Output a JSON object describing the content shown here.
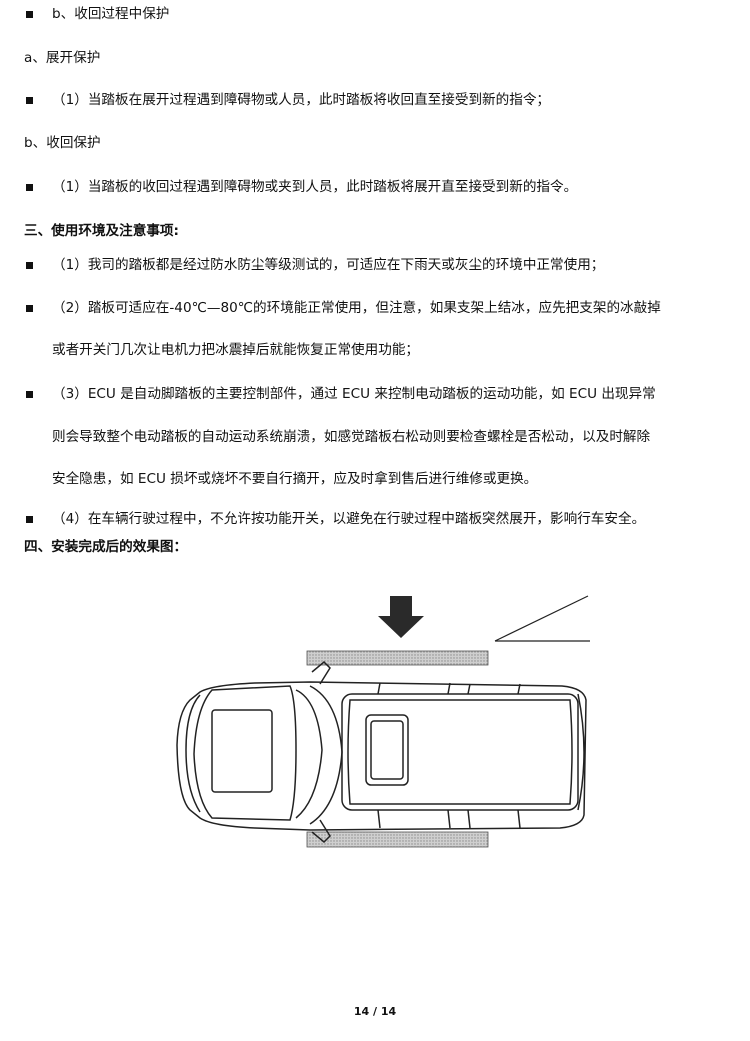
{
  "lines": {
    "l1": "b、收回过程中保护",
    "l2": "a、展开保护",
    "l3": "（1）当踏板在展开过程遇到障碍物或人员，此时踏板将收回直至接受到新的指令；",
    "l4": "b、收回保护",
    "l5": "（1）当踏板的收回过程遇到障碍物或夹到人员，此时踏板将展开直至接受到新的指令。",
    "l6": "三、使用环境及注意事项:",
    "l7": "（1）我司的踏板都是经过防水防尘等级测试的，可适应在下雨天或灰尘的环境中正常使用；",
    "l8": "（2）踏板可适应在-40℃—80℃的环境能正常使用，但注意，如果支架上结冰，应先把支架的冰敲掉",
    "l9": "或者开关门几次让电机力把冰震掉后就能恢复正常使用功能；",
    "l10": "（3）ECU 是自动脚踏板的主要控制部件，通过 ECU 来控制电动踏板的运动功能，如 ECU 出现异常",
    "l11": "则会导致整个电动踏板的自动运动系统崩溃，如感觉踏板右松动则要检查螺栓是否松动，以及时解除",
    "l12": "安全隐患，如 ECU 损坏或烧坏不要自行摘开，应及时拿到售后进行维修或更换。",
    "l13": "（4）在车辆行驶过程中，不允许按功能开关，以避免在行驶过程中踏板突然展开，影响行车安全。",
    "l14": "四、安装完成后的效果图："
  },
  "footer": {
    "page": "14 / 14"
  }
}
